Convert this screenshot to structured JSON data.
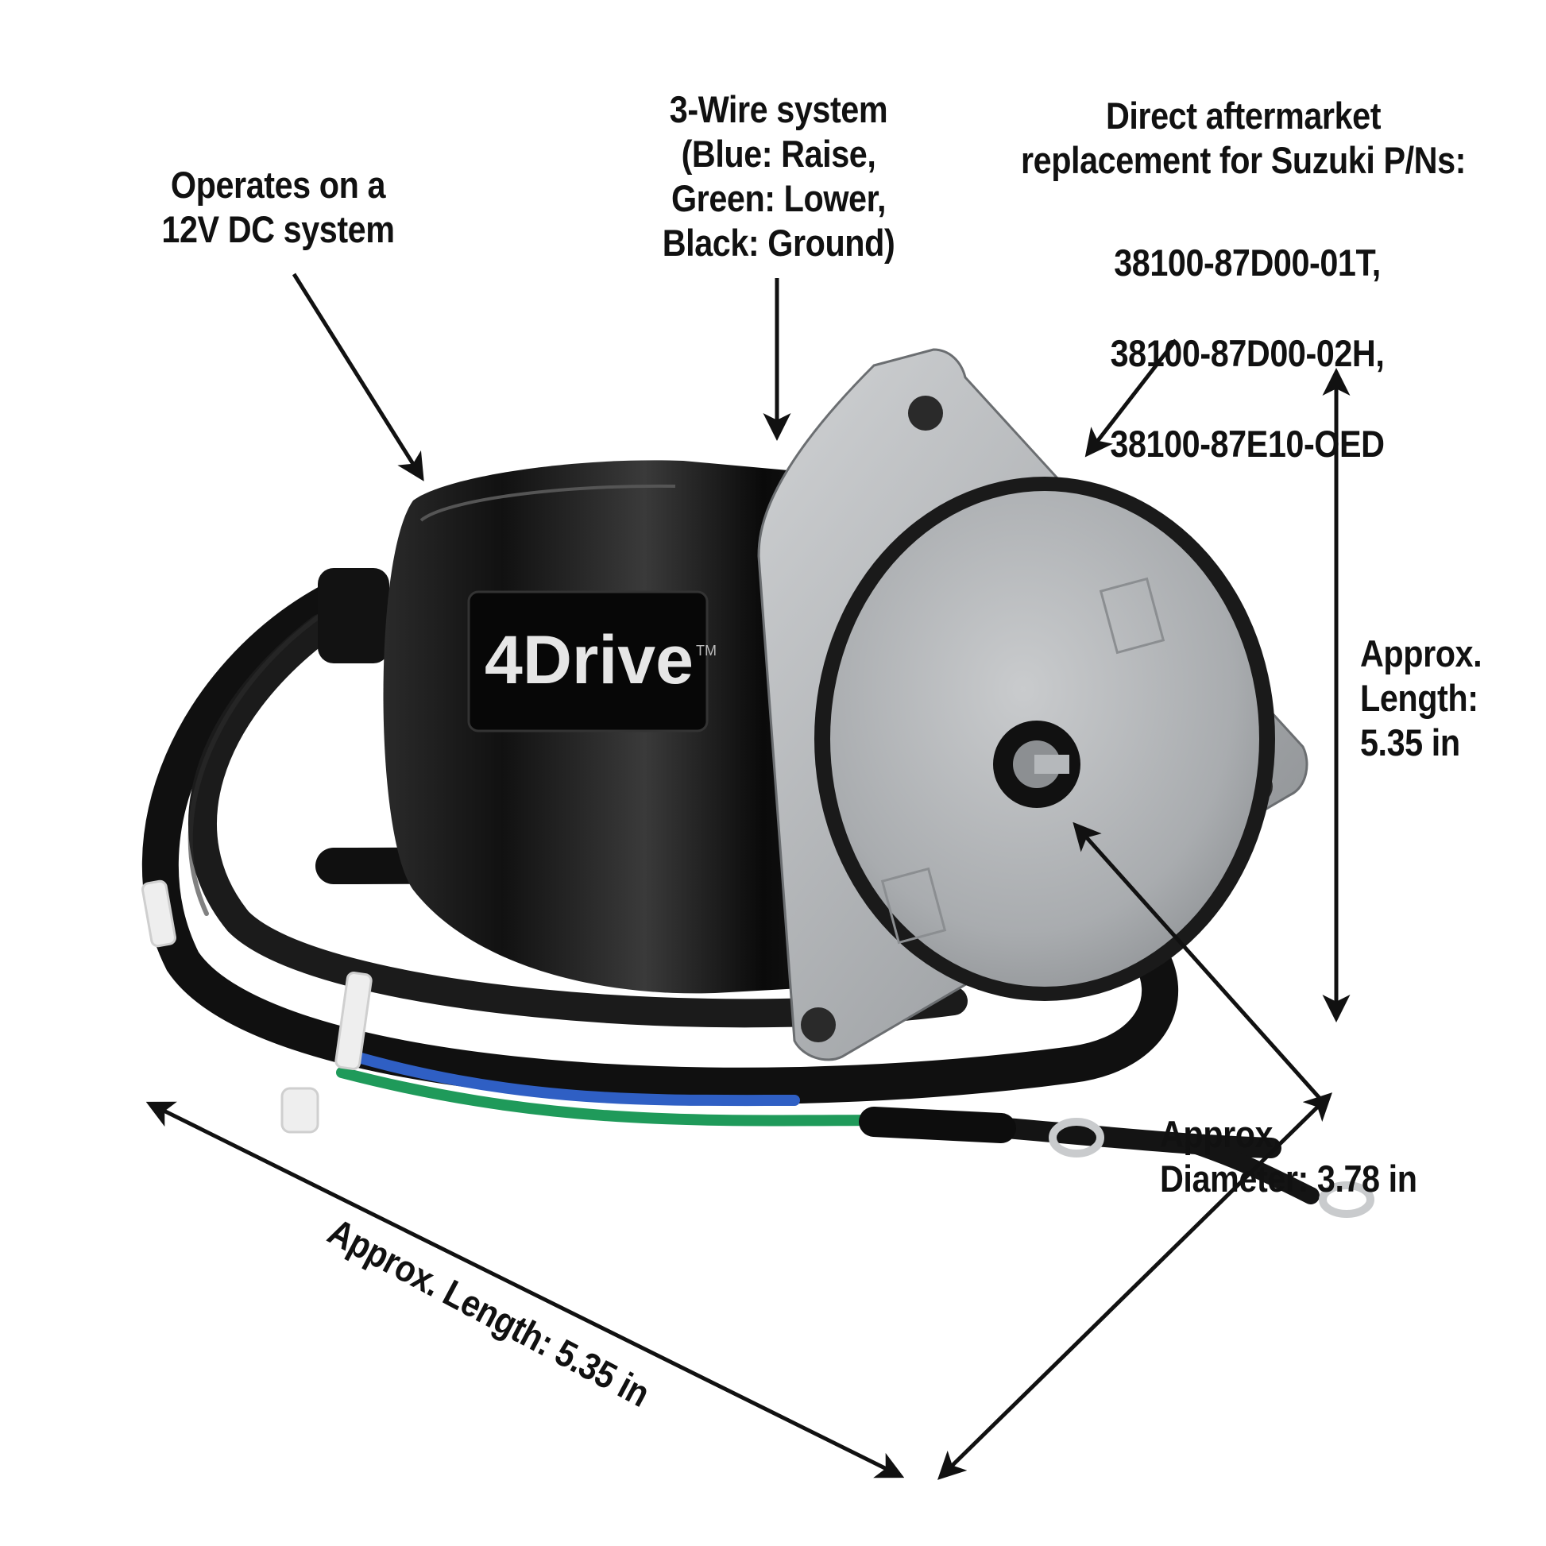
{
  "annotations": {
    "voltage": "Operates on a\n12V DC system",
    "wire_system": "3-Wire system\n(Blue: Raise,\nGreen: Lower,\nBlack: Ground)",
    "replacement_heading": "Direct aftermarket\nreplacement for Suzuki P/Ns:",
    "part_numbers": [
      "38100-87D00-01T,",
      "38100-87D00-02H,",
      "38100-87E10-OED"
    ],
    "length_right": "Approx.\nLength:\n5.35 in",
    "diameter": "Approx.\nDiameter: 3.78 in",
    "length_bottom": "Approx. Length: 5.35 in"
  },
  "product": {
    "brand_logo": "4Drive",
    "trademark": "TM",
    "wire_colors": {
      "blue": "#2f5fc4",
      "green": "#1f9a5a",
      "black": "#141414"
    },
    "body_color": "#0b0b0b",
    "flange_color": "#b9bcbf"
  },
  "icons": [
    "arrow-icon",
    "double-arrow-icon"
  ]
}
